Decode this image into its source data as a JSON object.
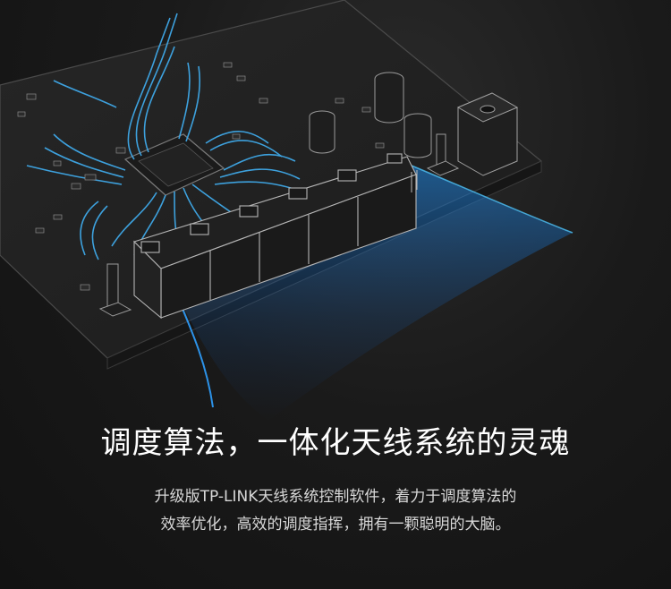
{
  "headline": "调度算法，一体化天线系统的灵魂",
  "description": {
    "line1": "升级版TP-LINK天线系统控制软件，着力于调度算法的",
    "line2": "效率优化，高效的调度指挥，拥有一颗聪明的大脑。"
  },
  "colors": {
    "background": "#141414",
    "board": "#232323",
    "trace": "#3fa8e8",
    "glow": "#1e88e5",
    "text": "#ffffff"
  }
}
